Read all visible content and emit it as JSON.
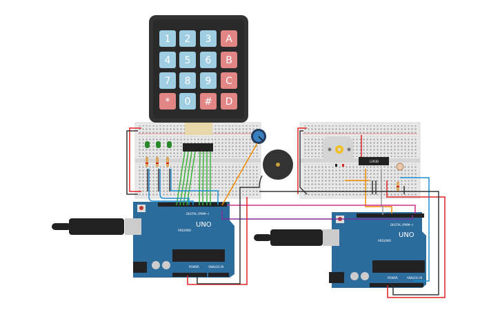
{
  "keypad": {
    "keys": [
      "1",
      "2",
      "3",
      "A",
      "4",
      "5",
      "6",
      "B",
      "7",
      "8",
      "9",
      "C",
      "*",
      "0",
      "#",
      "D"
    ],
    "colors": {
      "number_key": "#9fcde2",
      "letter_key": "#e28585",
      "body": "#333333"
    }
  },
  "arduino_left": {
    "model": "UNO",
    "brand": "ARDUINO",
    "digital_label": "DIGITAL (PWM~)",
    "power_label": "POWER",
    "analog_label": "ANALOG IN"
  },
  "arduino_right": {
    "model": "UNO",
    "brand": "ARDUINO",
    "digital_label": "DIGITAL (PWM~)",
    "power_label": "POWER",
    "analog_label": "ANALOG IN"
  },
  "driver_chip": {
    "label": "L293D"
  },
  "colors": {
    "board": "#2c6c9c",
    "breadboard": "#e6e6e6",
    "wire_red": "#e02020",
    "wire_black": "#333333",
    "wire_green": "#3bb33b",
    "wire_blue": "#1a8fd0",
    "wire_orange": "#f08a00",
    "wire_magenta": "#d02a8a",
    "wire_purple": "#7a2d9a",
    "wire_gray": "#999999"
  }
}
